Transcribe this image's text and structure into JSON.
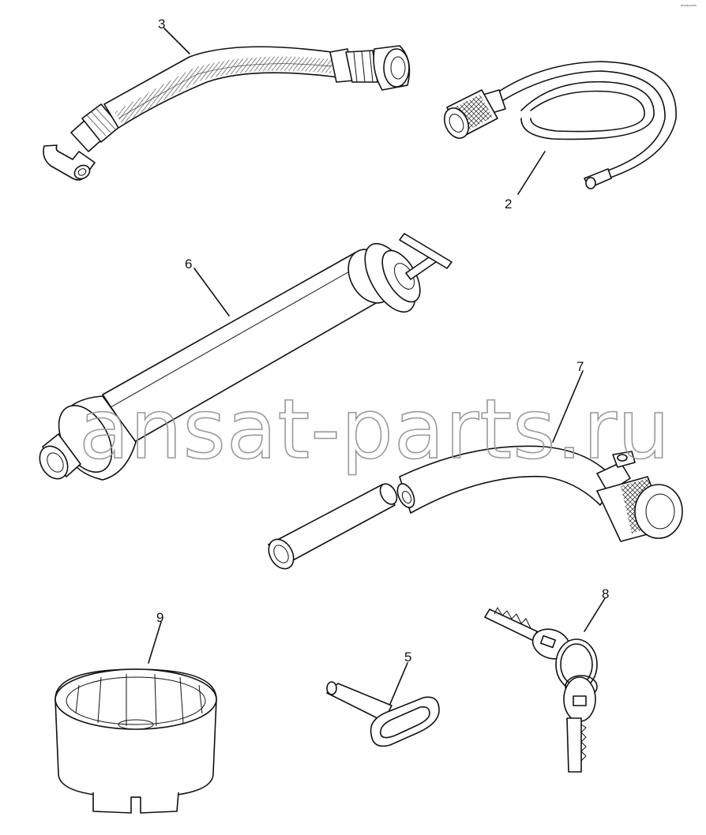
{
  "corner_text": "ansat-parts",
  "watermark": "ansat-parts.ru",
  "callouts": [
    {
      "id": "3",
      "label": "3"
    },
    {
      "id": "2",
      "label": "2"
    },
    {
      "id": "6",
      "label": "6"
    },
    {
      "id": "7",
      "label": "7"
    },
    {
      "id": "8",
      "label": "8"
    },
    {
      "id": "9",
      "label": "9"
    },
    {
      "id": "5",
      "label": "5"
    }
  ]
}
